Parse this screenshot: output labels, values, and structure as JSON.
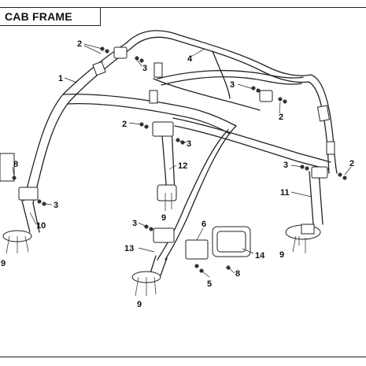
{
  "header": {
    "title": "CAB FRAME"
  },
  "callouts": {
    "c1": "1",
    "c2a": "2",
    "c2b": "2",
    "c2c": "2",
    "c2d": "2",
    "c3a": "3",
    "c3b": "3",
    "c3c": "3",
    "c3d": "3",
    "c3e": "3",
    "c3f": "3",
    "c4": "4",
    "c5": "5",
    "c6": "6",
    "c8a": "8",
    "c8b": "8",
    "c9a": "9",
    "c9b": "9",
    "c9c": "9",
    "c9d": "9",
    "c10": "10",
    "c11": "11",
    "c12": "12",
    "c13": "13",
    "c14": "14"
  }
}
